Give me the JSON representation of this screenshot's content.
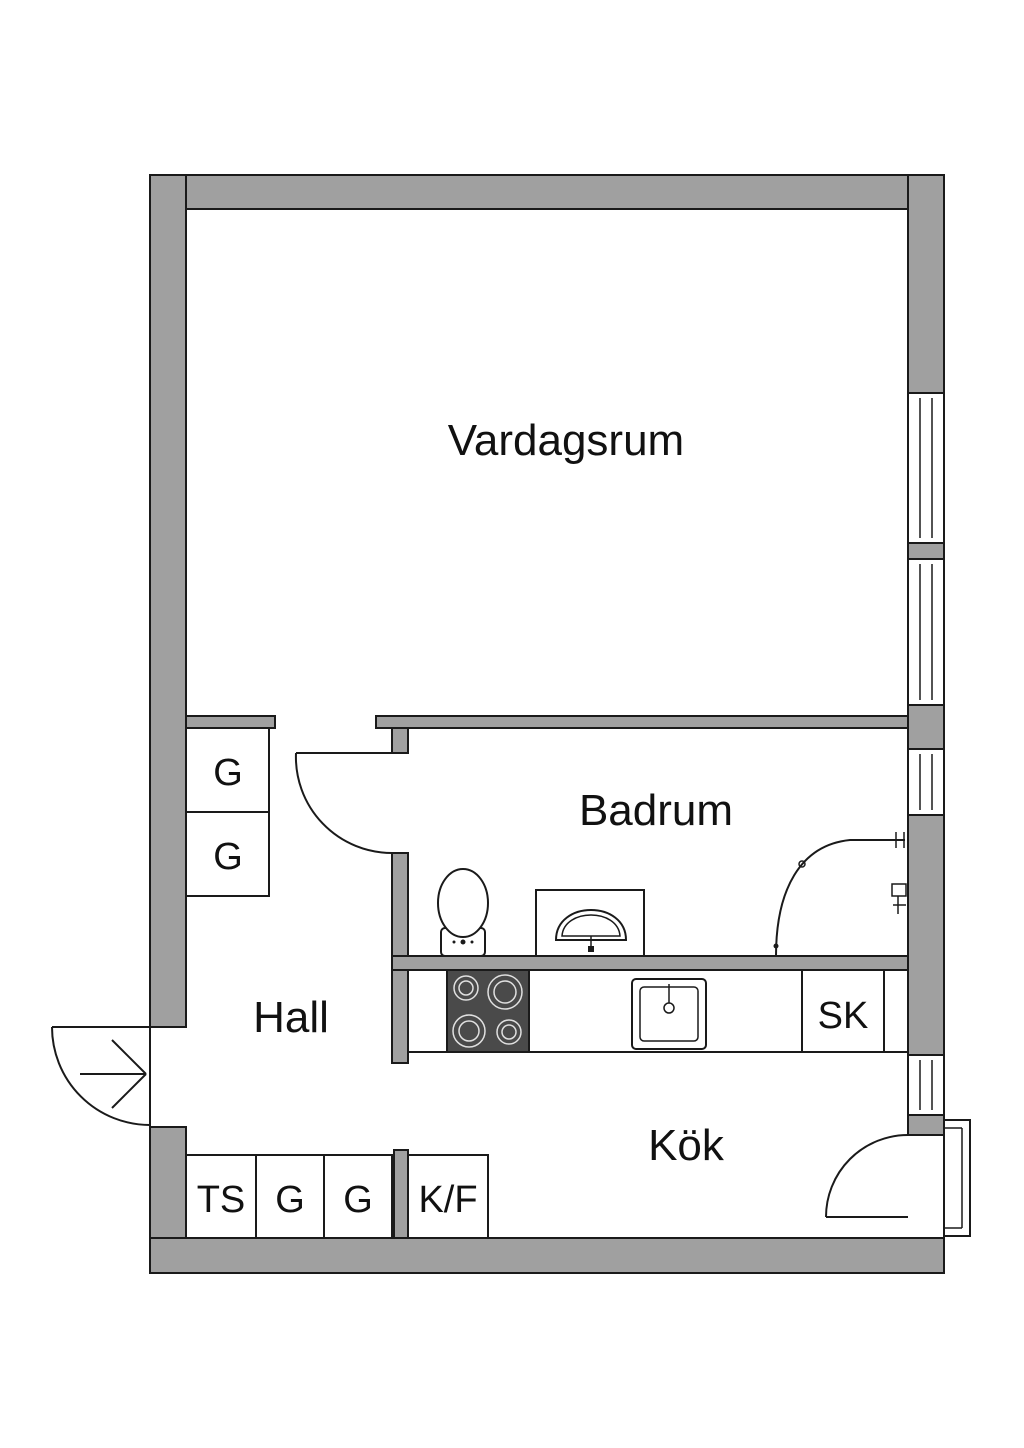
{
  "rooms": {
    "living": "Vardagsrum",
    "bath": "Badrum",
    "hall": "Hall",
    "kitchen": "Kök"
  },
  "units": {
    "hall_top_1": "G",
    "hall_top_2": "G",
    "bottom_ts": "TS",
    "bottom_g1": "G",
    "bottom_g2": "G",
    "bottom_kf": "K/F",
    "counter_sk": "SK"
  },
  "colors": {
    "wall": "#a0a0a0",
    "stove": "#4a4a4a",
    "line": "#1a1a1a"
  }
}
